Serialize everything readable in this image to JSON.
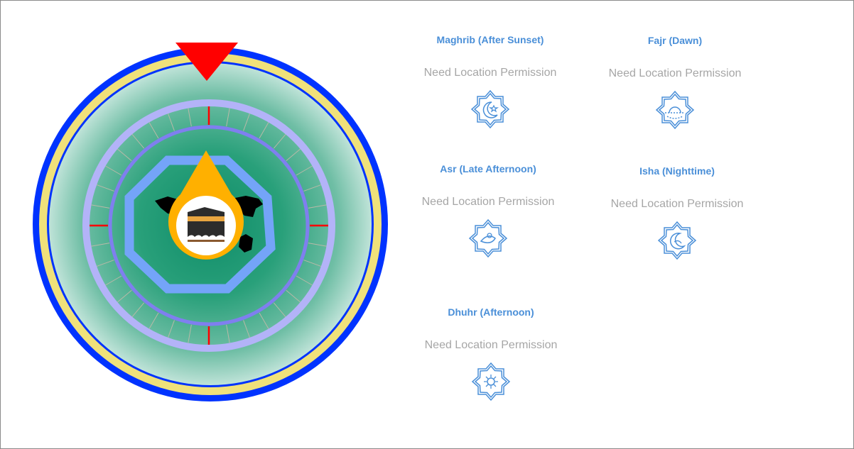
{
  "compass": {
    "colors": {
      "outer_ring": "#0033ff",
      "gold_ring": "#f0e17a",
      "dial_center": "#0e8c68",
      "dial_edge": "#b7e0d5",
      "lavender_ring": "#b3b3f8",
      "inner_ring": "#7f7fef",
      "octagon": "#74a4f8",
      "pointer": "#ff0000",
      "pin": "#ffb000"
    }
  },
  "prayers": [
    {
      "title": "Maghrib (After Sunset)",
      "status": "Need Location Permission",
      "icon": "crescent-star-icon"
    },
    {
      "title": "Fajr (Dawn)",
      "status": "Need Location Permission",
      "icon": "sunrise-icon"
    },
    {
      "title": "Asr (Late Afternoon)",
      "status": "Need Location Permission",
      "icon": "asr-icon"
    },
    {
      "title": "Isha (Nighttime)",
      "status": "Need Location Permission",
      "icon": "isha-moon-icon"
    },
    {
      "title": "Dhuhr (Afternoon)",
      "status": "Need Location Permission",
      "icon": "sun-icon"
    }
  ]
}
